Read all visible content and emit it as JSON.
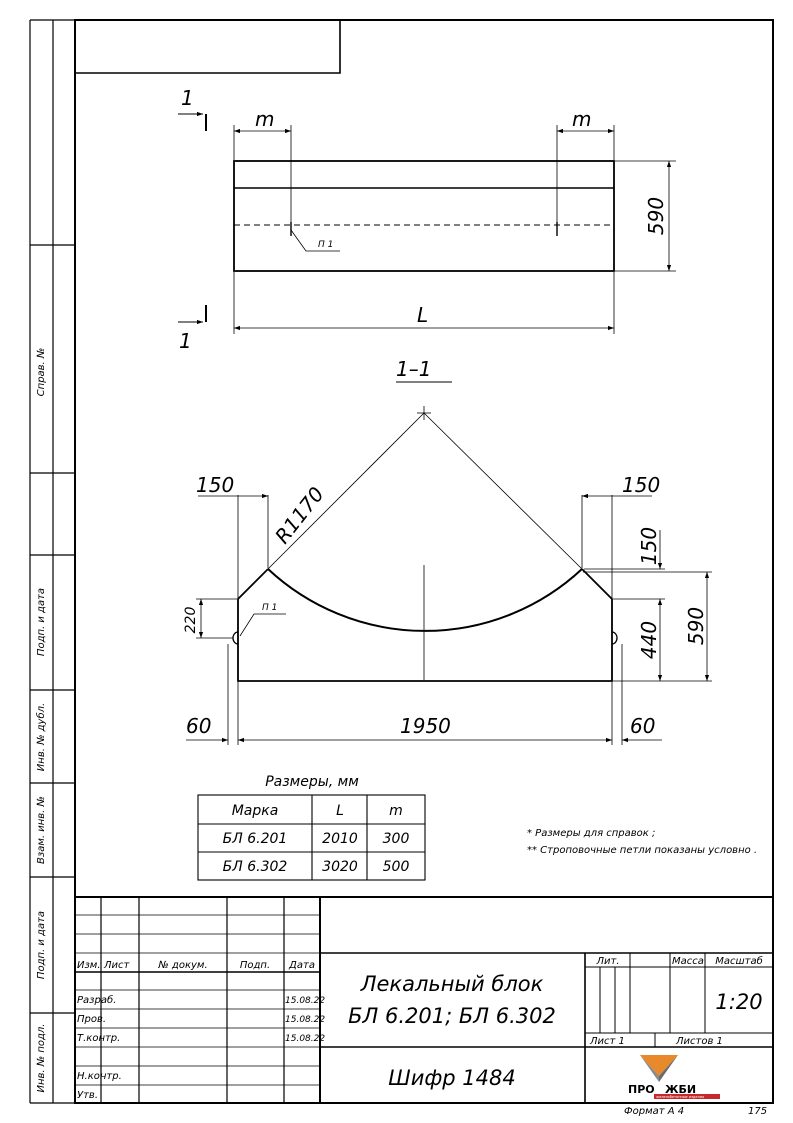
{
  "plan": {
    "section_mark": "1",
    "m_label": "m",
    "height": "590",
    "length": "L",
    "loop_label": "П 1"
  },
  "section": {
    "title": "1–1",
    "radius": "R1170",
    "top_left": "150",
    "top_right": "150",
    "h_top": "150",
    "h_low": "440",
    "h_total": "590",
    "loop_height": "220",
    "loop_label": "П 1",
    "offset_left": "60",
    "offset_right": "60",
    "width": "1950"
  },
  "dims_table": {
    "title": "Размеры, мм",
    "headers": [
      "Марка",
      "L",
      "m"
    ],
    "rows": [
      [
        "БЛ 6.201",
        "2010",
        "300"
      ],
      [
        "БЛ 6.302",
        "3020",
        "500"
      ]
    ]
  },
  "notes": [
    "* Размеры для справок ;",
    "** Строповочные петли показаны условно ."
  ],
  "side_labels": {
    "sprav": "Справ. №",
    "podp_data_1": "Подп. и дата",
    "inv_dubl": "Инв. № дубл.",
    "vzam_inv": "Взам. инв. №",
    "podp_data_2": "Подп. и дата",
    "inv_podl": "Инв. № подл."
  },
  "title_block": {
    "col_headers": [
      "Изм.",
      "Лист",
      "№ докум.",
      "Подп.",
      "Дата"
    ],
    "roles": [
      {
        "role": "Разраб.",
        "date": "15.08.22"
      },
      {
        "role": "Пров.",
        "date": "15.08.22"
      },
      {
        "role": "Т.контр.",
        "date": "15.08.22"
      },
      {
        "role": "",
        "date": ""
      },
      {
        "role": "Н.контр.",
        "date": ""
      },
      {
        "role": "Утв.",
        "date": ""
      }
    ],
    "name_line1": "Лекальный блок",
    "name_line2": "БЛ 6.201; БЛ 6.302",
    "cipher": "Шифр  1484",
    "lit": "Лит.",
    "mass": "Масса",
    "scale_label": "Масштаб",
    "scale": "1:20",
    "sheet": "Лист  1",
    "sheets": "Листов  1",
    "logo_left": "ПРО",
    "logo_right": "ЖБИ",
    "logo_sub": "железобетонные изделия"
  },
  "footer": {
    "format": "Формат А 4",
    "page": "175"
  },
  "colors": {
    "logo_orange": "#e8892b",
    "logo_gray": "#8a8a8a",
    "logo_red": "#c8282c"
  }
}
